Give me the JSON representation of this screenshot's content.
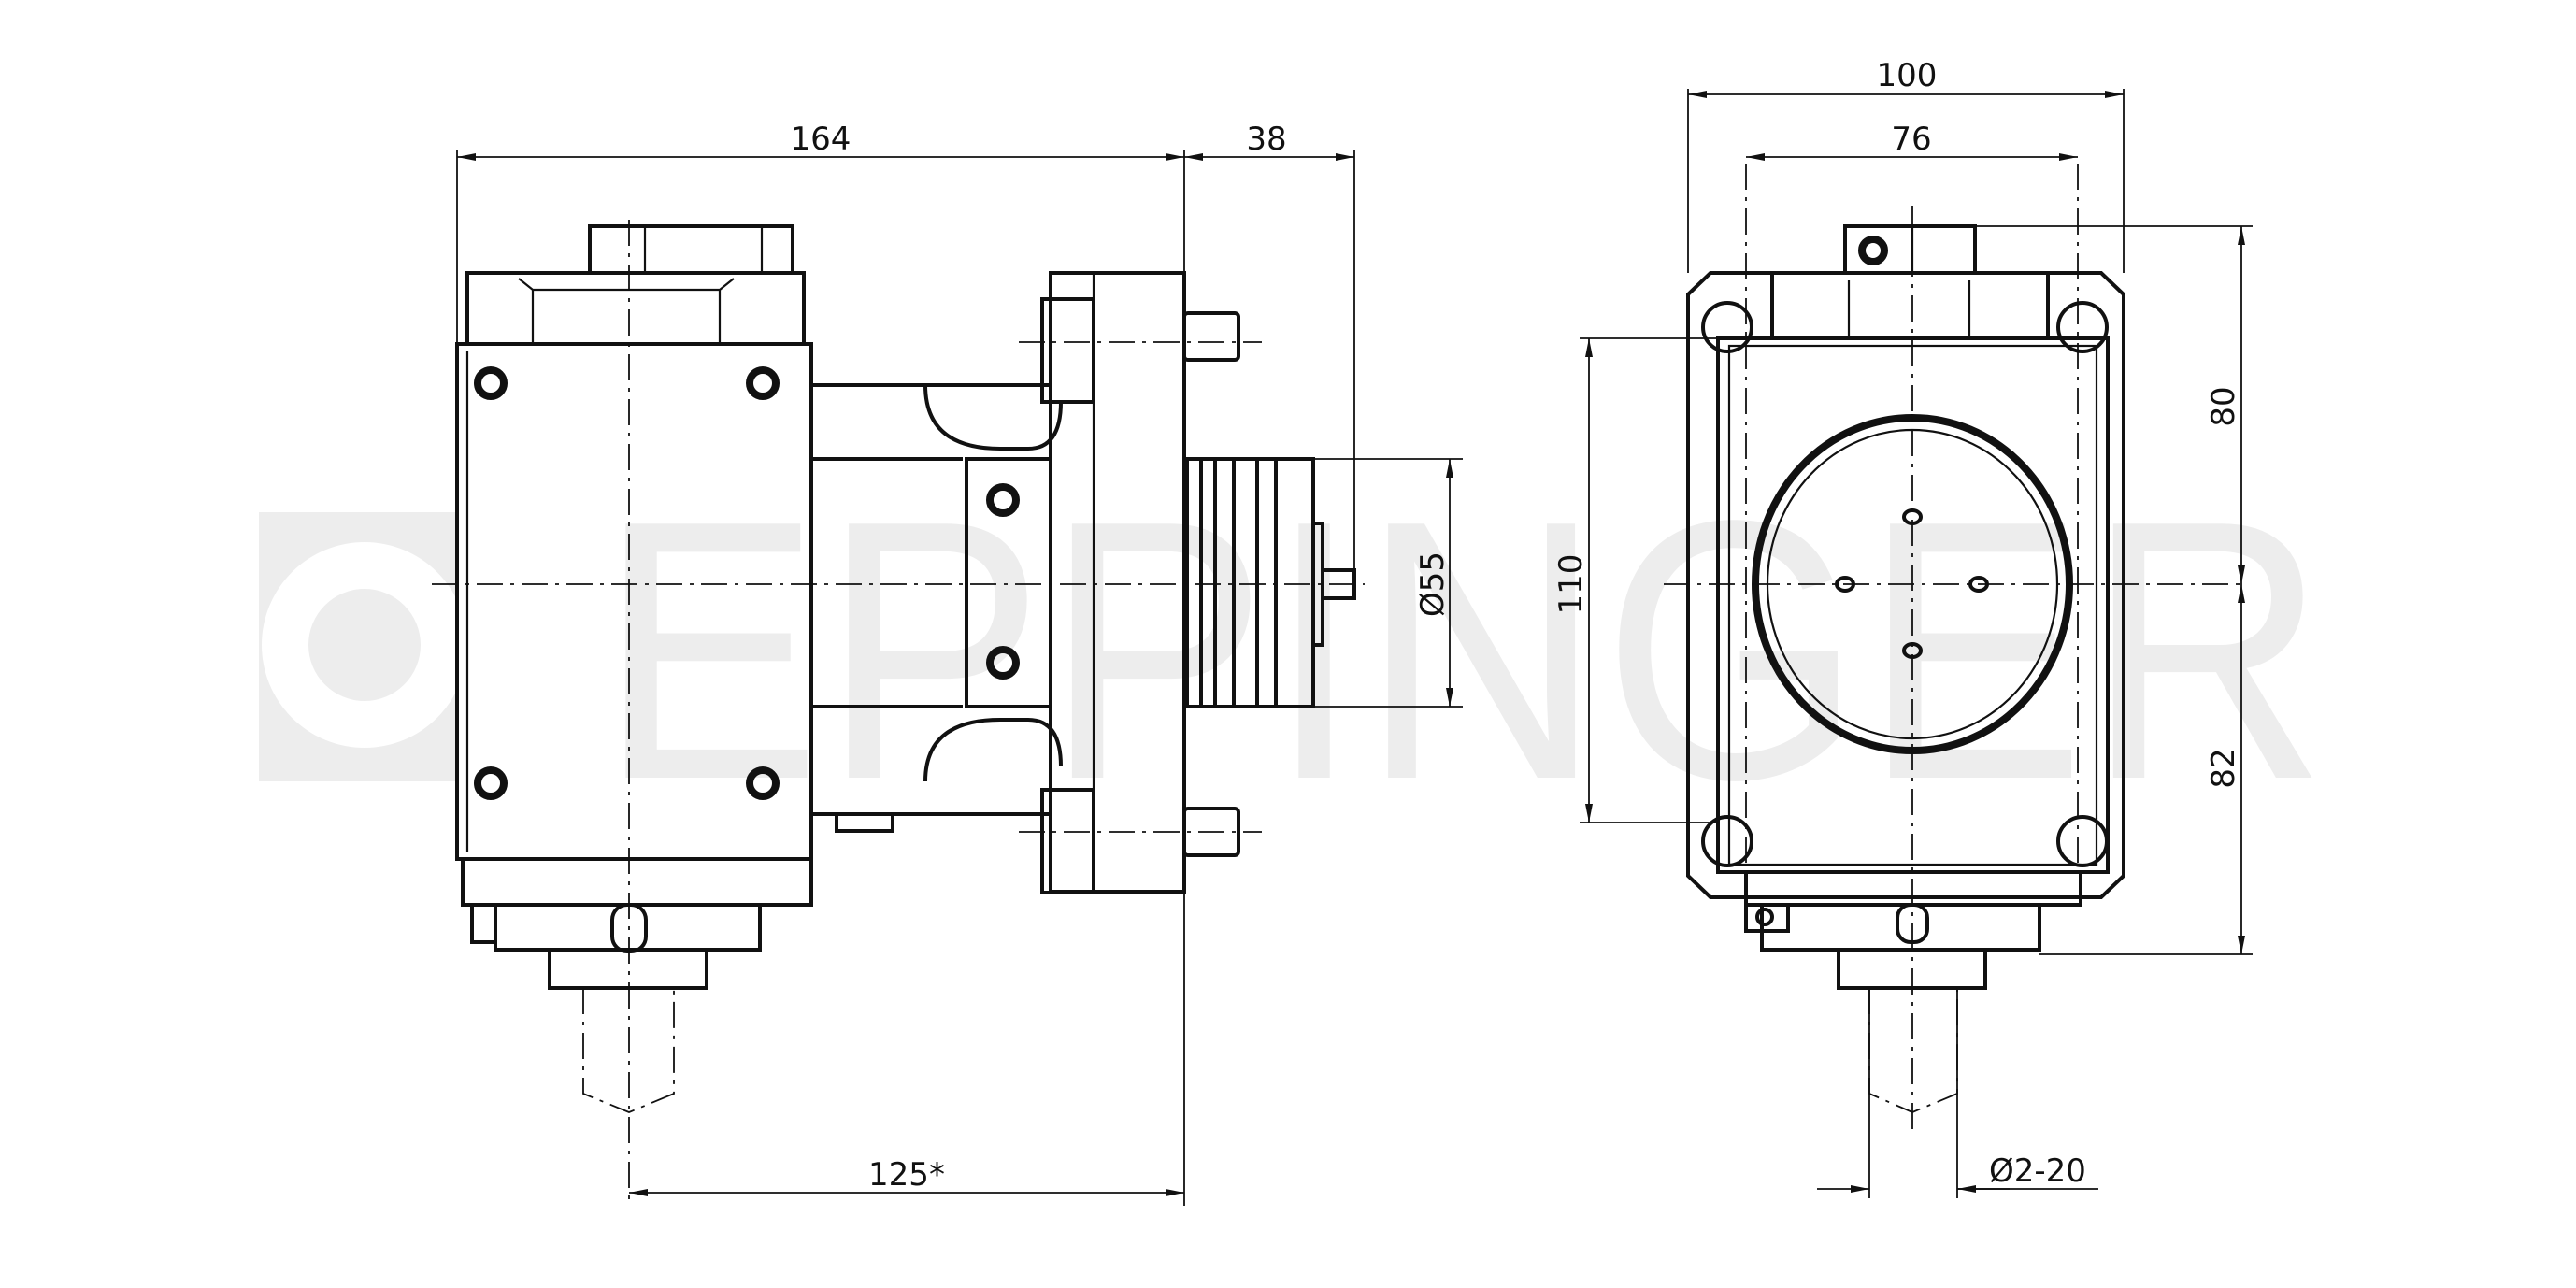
{
  "watermark": {
    "brand": "EPPINGER",
    "logo_color": "#ededed"
  },
  "side_view": {
    "dimensions": {
      "overall_length": "164",
      "spigot_length": "38",
      "tool_offset": "125*",
      "spigot_diameter": "Ø55"
    }
  },
  "front_view": {
    "dimensions": {
      "overall_width": "100",
      "hole_spacing": "76",
      "body_height": "110",
      "upper_height": "80",
      "lower_height": "82",
      "collet_range": "Ø2-20"
    }
  },
  "colors": {
    "line": "#111111",
    "background": "#ffffff"
  }
}
